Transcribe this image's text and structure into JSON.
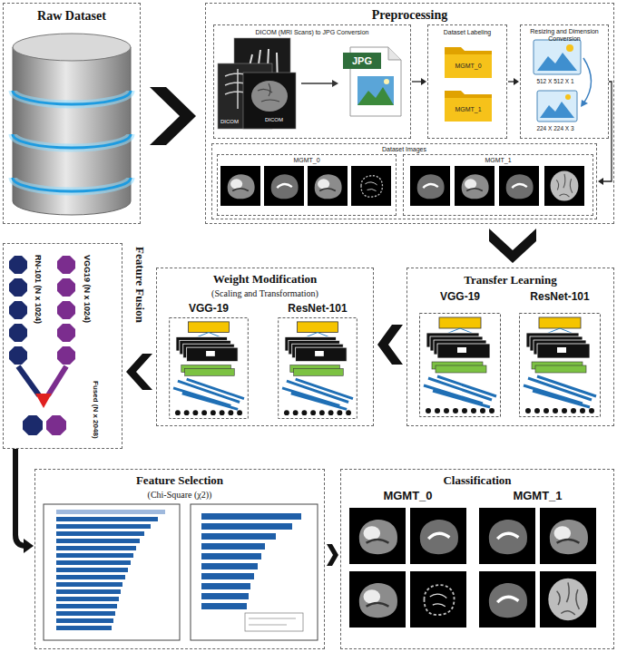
{
  "diagram": {
    "nodes": [
      {
        "text": [
          "Raw Dataset"
        ]
      },
      {
        "text": [
          "Preprocessing"
        ]
      },
      {
        "text": [
          "DICOM (MRI Scans) to JPG Conversion"
        ],
        "in": 1
      },
      {
        "text": [
          "Dataset Labeling"
        ],
        "in": 1
      },
      {
        "text": [
          "Resizing and Dimension Conversion"
        ],
        "in": 1
      },
      {
        "text": [
          "Dataset Images"
        ],
        "in": 1
      },
      {
        "text": [
          "MGMT_0"
        ],
        "in": 5
      },
      {
        "text": [
          "MGMT_1"
        ],
        "in": 5
      },
      {
        "text": [
          "Transfer Learning"
        ]
      },
      {
        "text": [
          "Weight Modification",
          "(Scaling and Transformation)"
        ]
      },
      {
        "text": [
          "Feature Fusion"
        ]
      },
      {
        "text": [
          "Feature Selection",
          "(Chi-Square (χ2))"
        ]
      },
      {
        "text": [
          "Classification"
        ]
      }
    ],
    "edges": [
      {
        "from": 0,
        "to": 1,
        "arrow": "to"
      },
      {
        "from": 2,
        "to": 3,
        "arrow": "to"
      },
      {
        "from": 3,
        "to": 4,
        "arrow": "to"
      },
      {
        "from": 4,
        "to": 5,
        "arrow": "to"
      },
      {
        "from": 1,
        "to": 8,
        "arrow": "to"
      },
      {
        "from": 8,
        "to": 9,
        "arrow": "to"
      },
      {
        "from": 9,
        "to": 10,
        "arrow": "to"
      },
      {
        "from": 10,
        "to": 11,
        "arrow": "to"
      },
      {
        "from": 11,
        "to": 12,
        "arrow": "to"
      }
    ],
    "labels": [
      "DICOM",
      "DICOM",
      "JPG",
      "MGMT_0",
      "MGMT_1",
      "512 X 512 X 1",
      "224 X 224 X 3",
      "VGG-19",
      "ResNet-101",
      "VGG-19",
      "ResNet-101",
      "RN-101 (N x 1024)",
      "VGG19 (N x 1024)",
      "Fused (N x 2048)",
      "MGMT_0",
      "MGMT_1"
    ]
  }
}
